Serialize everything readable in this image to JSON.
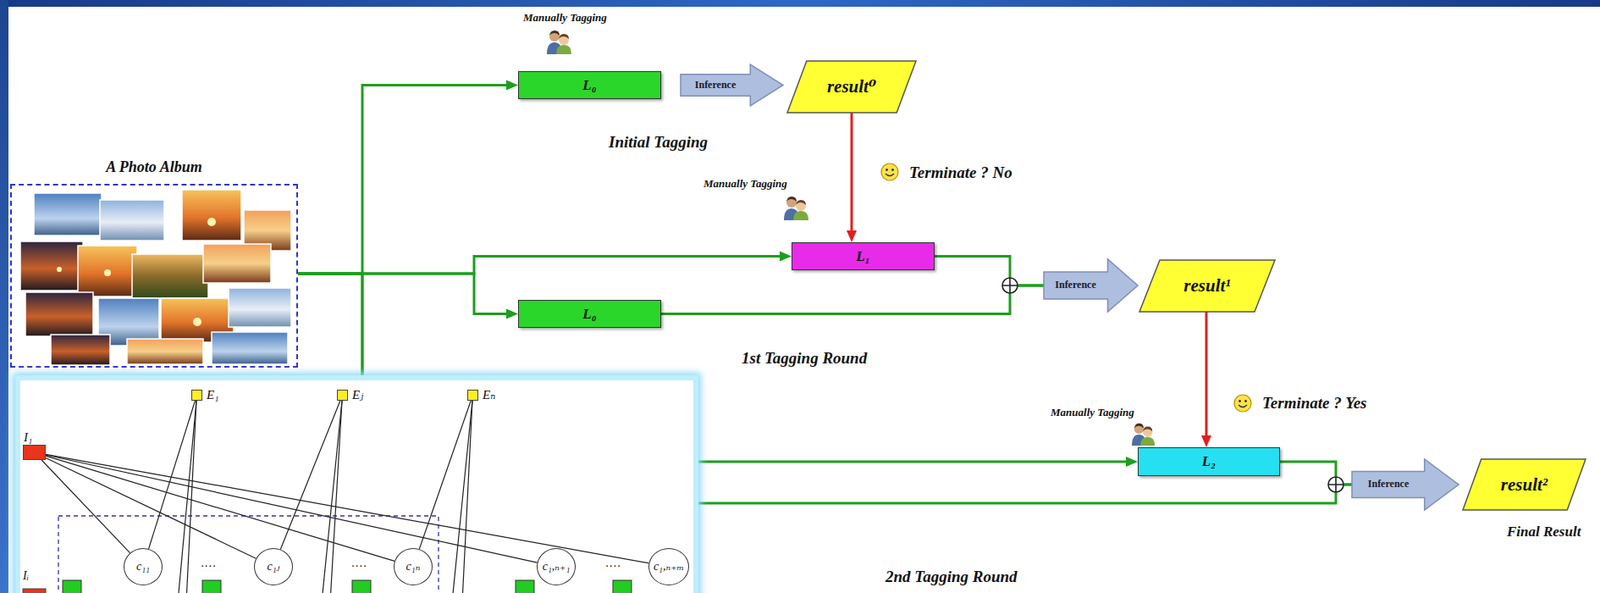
{
  "diagram": {
    "nodes": [
      {
        "text": [
          "L₀"
        ]
      },
      {
        "text": [
          "Inference"
        ]
      },
      {
        "text": [
          "result⁰"
        ]
      },
      {
        "text": [
          "A Photo Album"
        ]
      },
      {
        "text": [
          "L₁"
        ]
      },
      {
        "text": [
          "L₀"
        ]
      },
      {
        "text": [
          "Inference"
        ]
      },
      {
        "text": [
          "result¹"
        ]
      },
      {
        "text": [
          "L₂"
        ]
      },
      {
        "text": [
          "Inference"
        ]
      },
      {
        "text": [
          "result²"
        ]
      },
      {
        "text": [
          "E₁"
        ]
      },
      {
        "text": [
          "Eⱼ"
        ]
      },
      {
        "text": [
          "Eₙ"
        ]
      },
      {
        "text": [
          "I₁"
        ]
      },
      {
        "text": [
          "c₁₁"
        ]
      },
      {
        "text": [
          "c₁ⱼ"
        ]
      },
      {
        "text": [
          "c₁ₙ"
        ]
      },
      {
        "text": [
          "c₁,ₙ₊₁"
        ]
      },
      {
        "text": [
          "c₁,ₙ₊ₘ"
        ]
      }
    ],
    "edges": [
      {
        "from": 3,
        "to": 0,
        "arrow": "to"
      },
      {
        "from": 3,
        "to": 4,
        "arrow": "to"
      },
      {
        "from": 3,
        "to": 5,
        "arrow": "to"
      },
      {
        "from": 3,
        "to": 8,
        "arrow": "to"
      },
      {
        "from": 3,
        "to": 9,
        "arrow": "none"
      },
      {
        "from": 8,
        "to": 9,
        "arrow": "none"
      },
      {
        "from": 4,
        "to": 6,
        "arrow": "none"
      },
      {
        "from": 5,
        "to": 6,
        "arrow": "none"
      },
      {
        "from": 2,
        "to": 4,
        "label": "Terminate ? No",
        "arrow": "to"
      },
      {
        "from": 7,
        "to": 8,
        "label": "Terminate ? Yes",
        "arrow": "to"
      },
      {
        "from": 14,
        "to": 15,
        "arrow": "none"
      },
      {
        "from": 14,
        "to": 16,
        "arrow": "none"
      },
      {
        "from": 14,
        "to": 17,
        "arrow": "none"
      },
      {
        "from": 14,
        "to": 18,
        "arrow": "none"
      },
      {
        "from": 14,
        "to": 19,
        "arrow": "none"
      },
      {
        "from": 11,
        "to": 15,
        "arrow": "none"
      },
      {
        "from": 12,
        "to": 16,
        "arrow": "none"
      },
      {
        "from": 13,
        "to": 17,
        "arrow": "none"
      }
    ],
    "labels": [
      "Manually Tagging",
      "Initial Tagging",
      "Manually Tagging",
      "1st Tagging Round",
      "Manually Tagging",
      "Final Result",
      "2nd Tagging Round",
      "····",
      "····",
      "····",
      "Iᵢ"
    ]
  }
}
